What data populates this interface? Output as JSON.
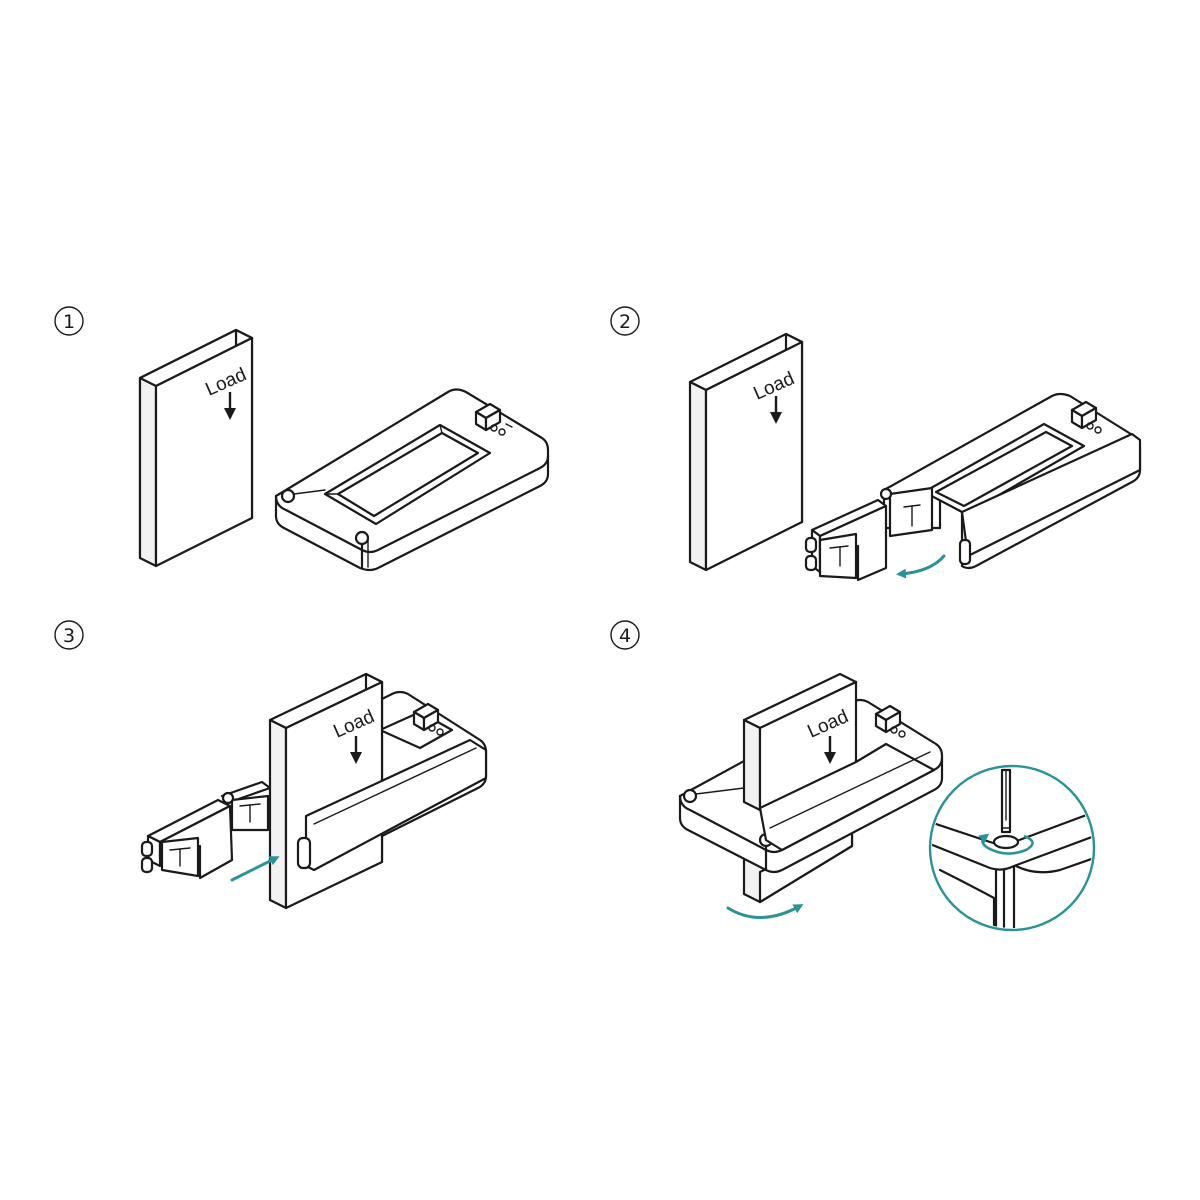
{
  "steps": [
    {
      "number": "1",
      "load_label": "Load"
    },
    {
      "number": "2",
      "load_label": "Load"
    },
    {
      "number": "3",
      "load_label": "Load"
    },
    {
      "number": "4",
      "load_label": "Load"
    }
  ],
  "colors": {
    "accent": "#2b9397",
    "ink": "#1a1a1a",
    "background": "#ffffff"
  },
  "icons": [
    "rotate-arrow-icon",
    "insert-arrow-icon",
    "screwdriver-icon",
    "load-down-arrow-icon"
  ]
}
